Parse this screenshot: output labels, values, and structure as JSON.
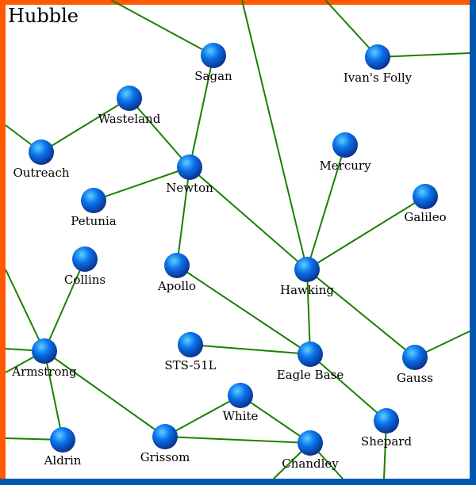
{
  "map": {
    "title": "Hubble",
    "colors": {
      "border_own": "#ff5a00",
      "border_other": "#0058b0",
      "lane": "#1a7f00",
      "star": "#0a6ee8"
    },
    "systems": [
      "Sagan",
      "Ivan's Folly",
      "Wasteland",
      "Outreach",
      "Newton",
      "Mercury",
      "Petunia",
      "Galileo",
      "Collins",
      "Apollo",
      "Hawking",
      "STS-51L",
      "Armstrong",
      "Eagle Base",
      "Gauss",
      "White",
      "Shepard",
      "Grissom",
      "Aldrin",
      "Chandley"
    ],
    "lanes": [
      [
        "Sagan",
        "Newton"
      ],
      [
        "Wasteland",
        "Newton"
      ],
      [
        "Wasteland",
        "Outreach"
      ],
      [
        "Newton",
        "Petunia"
      ],
      [
        "Newton",
        "Apollo"
      ],
      [
        "Newton",
        "Hawking"
      ],
      [
        "Hawking",
        "Mercury"
      ],
      [
        "Hawking",
        "Galileo"
      ],
      [
        "Hawking",
        "Eagle Base"
      ],
      [
        "Hawking",
        "Gauss"
      ],
      [
        "Apollo",
        "Eagle Base"
      ],
      [
        "STS-51L",
        "Eagle Base"
      ],
      [
        "Eagle Base",
        "Shepard"
      ],
      [
        "Collins",
        "Armstrong"
      ],
      [
        "Armstrong",
        "Aldrin"
      ],
      [
        "Armstrong",
        "Grissom"
      ],
      [
        "Grissom",
        "White"
      ],
      [
        "Grissom",
        "Chandley"
      ],
      [
        "White",
        "Chandley"
      ]
    ]
  }
}
